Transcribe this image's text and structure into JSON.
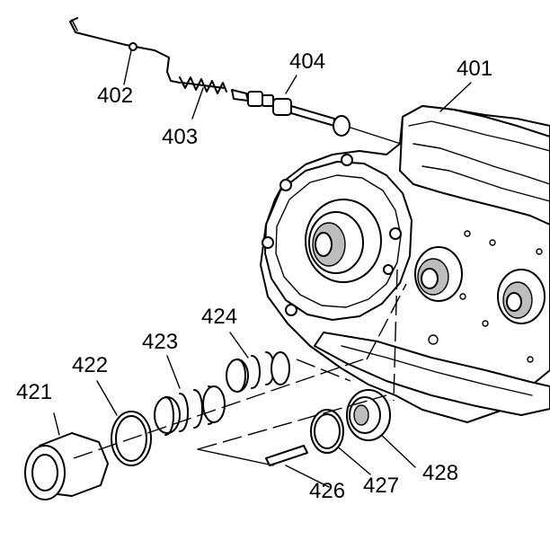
{
  "callouts": {
    "c401": "401",
    "c402": "402",
    "c403": "403",
    "c404": "404",
    "c421": "421",
    "c422": "422",
    "c423": "423",
    "c424": "424",
    "c426": "426",
    "c427": "427",
    "c428": "428"
  },
  "colors": {
    "line": "#000000",
    "background": "#ffffff",
    "shading": "#bdbdbd"
  }
}
